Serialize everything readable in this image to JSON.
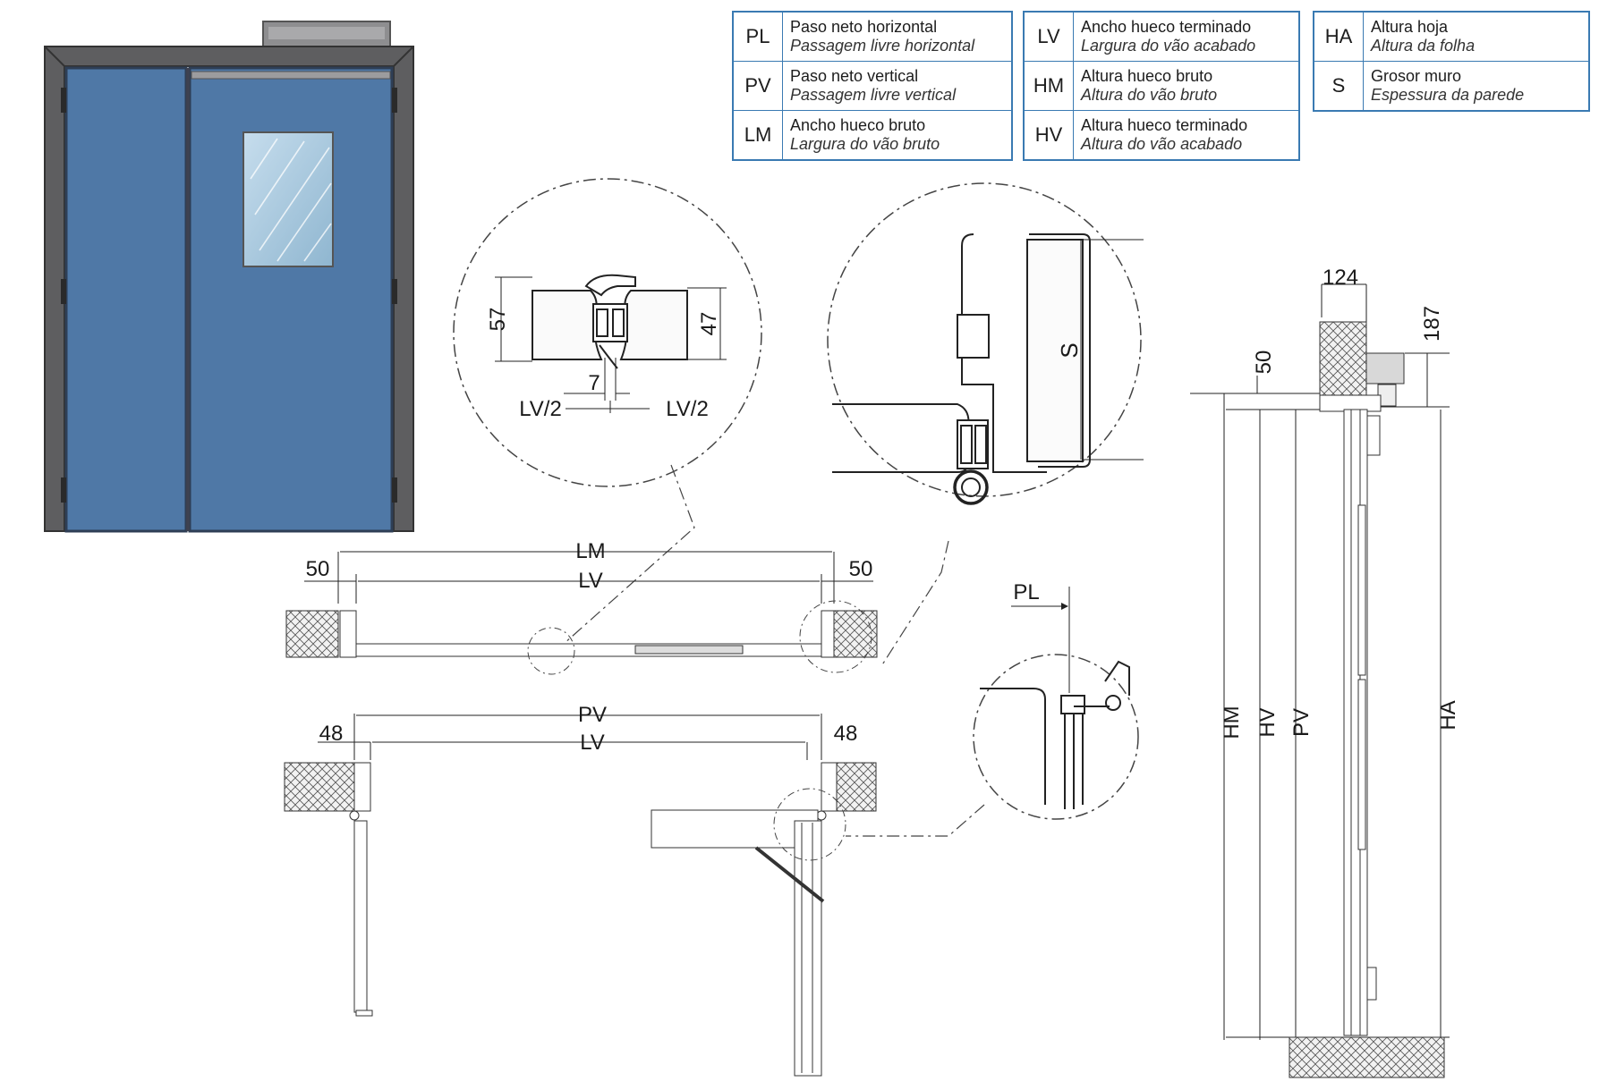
{
  "legend": {
    "border_color": "#3a7ab2",
    "tables": [
      [
        {
          "code": "PL",
          "es": "Paso neto horizontal",
          "pt": "Passagem livre horizontal"
        },
        {
          "code": "PV",
          "es": "Paso neto vertical",
          "pt": "Passagem livre vertical"
        },
        {
          "code": "LM",
          "es": "Ancho hueco bruto",
          "pt": "Largura do vão bruto"
        }
      ],
      [
        {
          "code": "LV",
          "es": "Ancho hueco terminado",
          "pt": "Largura do vão acabado"
        },
        {
          "code": "HM",
          "es": "Altura hueco bruto",
          "pt": "Altura do vão bruto"
        },
        {
          "code": "HV",
          "es": "Altura hueco terminado",
          "pt": "Altura do vão acabado"
        }
      ],
      [
        {
          "code": "HA",
          "es": "Altura hoja",
          "pt": "Altura da folha"
        },
        {
          "code": "S",
          "es": "Grosor muro",
          "pt": "Espessura da parede"
        }
      ]
    ]
  },
  "door_render": {
    "leaf_color": "#4f78a6",
    "frame_color": "#5e5e60",
    "glass_color": "#a8c8dc"
  },
  "detail_joint": {
    "dim_left": "57",
    "dim_right": "47",
    "gap": "7",
    "half_left": "LV/2",
    "half_right": "LV/2"
  },
  "detail_frame": {
    "wall_label": "S"
  },
  "detail_pl": {
    "label": "PL"
  },
  "plan_closed": {
    "lm": "LM",
    "lv": "LV",
    "left_offset": "50",
    "right_offset": "50"
  },
  "plan_open": {
    "pv": "PV",
    "lv": "LV",
    "left_offset": "48",
    "right_offset": "48"
  },
  "section": {
    "top_depth": "124",
    "head_height": "187",
    "floor_gap": "50",
    "hm": "HM",
    "hv": "HV",
    "pv": "PV",
    "ha": "HA"
  }
}
